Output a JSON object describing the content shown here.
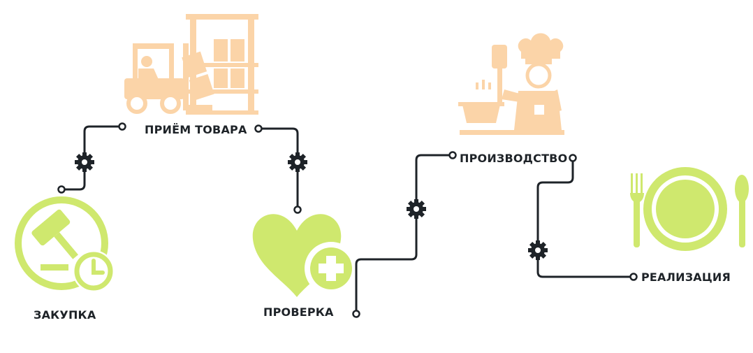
{
  "colors": {
    "line": "#1e2328",
    "green": "#cfe86e",
    "peach": "#fbd4a8",
    "text": "#1e2328"
  },
  "steps": [
    {
      "label": "ЗАКУПКА",
      "icon": "auction-gavel-clock-icon"
    },
    {
      "label": "ПРИЁМ ТОВАРА",
      "icon": "forklift-warehouse-icon"
    },
    {
      "label": "ПРОВЕРКА",
      "icon": "heart-plus-icon"
    },
    {
      "label": "ПРОИЗВОДСТВО",
      "icon": "chef-cooking-icon"
    },
    {
      "label": "РЕАЛИЗАЦИЯ",
      "icon": "plate-fork-spoon-icon"
    }
  ]
}
